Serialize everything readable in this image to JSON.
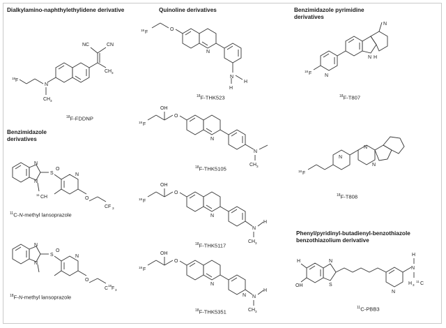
{
  "headers": {
    "dialkylamino": "Dialkylamino-naphthylethylidene derivative",
    "quinoline": "Quinoline derivatives",
    "bzpyrimidine": "Benzimidazole pyrimidine derivatives",
    "benzimidazole": "Benzimidazole derivatives",
    "phenyl": "Phenyl/pyridinyl-butadienyl-benzothiazole benzothiazolium derivative"
  },
  "captions": {
    "fddnp": {
      "iso": "18",
      "name": "F-FDDNP"
    },
    "thk523": {
      "iso": "18",
      "name": "F-THK523"
    },
    "t807": {
      "iso": "18",
      "name": "F-T807"
    },
    "thk5105": {
      "iso": "18",
      "name": "F-THK5105"
    },
    "t808": {
      "iso": "18",
      "name": "F-T808"
    },
    "c_lanso": {
      "iso": "11",
      "name": "C-",
      "italic": "N",
      "rest": "-methyl lansoprazole"
    },
    "thk5117": {
      "iso": "18",
      "name": "F-THK5117"
    },
    "f_lanso": {
      "iso": "18",
      "name": "F-",
      "italic": "N",
      "rest": "-methyl lansoprazole"
    },
    "thk5351": {
      "iso": "18",
      "name": "F-THK5351"
    },
    "pbb3": {
      "iso": "11",
      "name": "C-PBB3"
    }
  },
  "atoms": {
    "N": "N",
    "H": "H",
    "O": "O",
    "OH": "OH",
    "F": "F",
    "S": "S",
    "NC": "NC",
    "CN": "CN",
    "CH3": "CH",
    "sub3": "3",
    "iso18": "18",
    "iso11": "11",
    "CF3": "CF",
    "C": "C",
    "C18F3": "F"
  },
  "colors": {
    "frame": "#c9c9c9",
    "text": "#222222"
  }
}
